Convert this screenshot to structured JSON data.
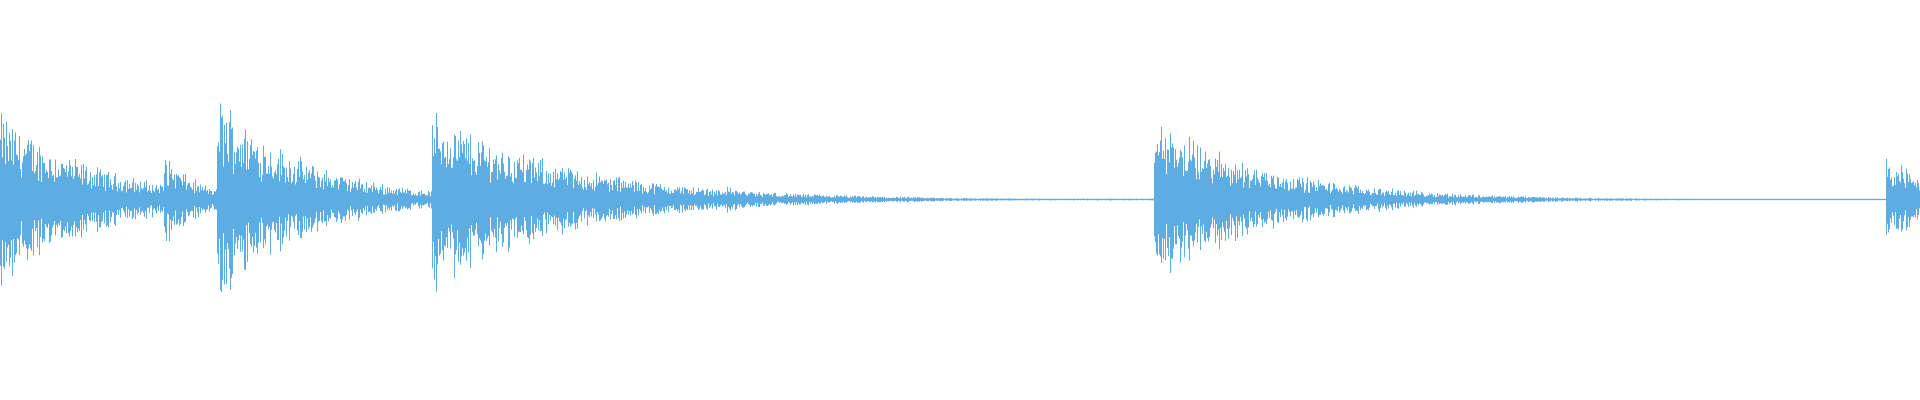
{
  "waveform": {
    "color": "#5dade2",
    "background": "#ffffff",
    "duration_fraction_end": 1.0,
    "transients": [
      {
        "position": 0.0,
        "peak": 0.82,
        "decay": 0.05,
        "floor": 0.05
      },
      {
        "position": 0.085,
        "peak": 0.45,
        "decay": 0.018,
        "floor": 0.04
      },
      {
        "position": 0.113,
        "peak": 1.0,
        "decay": 0.045,
        "floor": 0.03
      },
      {
        "position": 0.225,
        "peak": 0.85,
        "decay": 0.07,
        "floor": 0.03
      },
      {
        "position": 0.376,
        "peak": 0.13,
        "decay": 0.03,
        "floor": 0.02
      },
      {
        "position": 0.601,
        "peak": 0.78,
        "decay": 0.06,
        "floor": 0.02
      },
      {
        "position": 0.982,
        "peak": 0.43,
        "decay": 0.03,
        "floor": 0.1
      }
    ],
    "silence_start": 0.957,
    "silence_end": 0.981
  }
}
